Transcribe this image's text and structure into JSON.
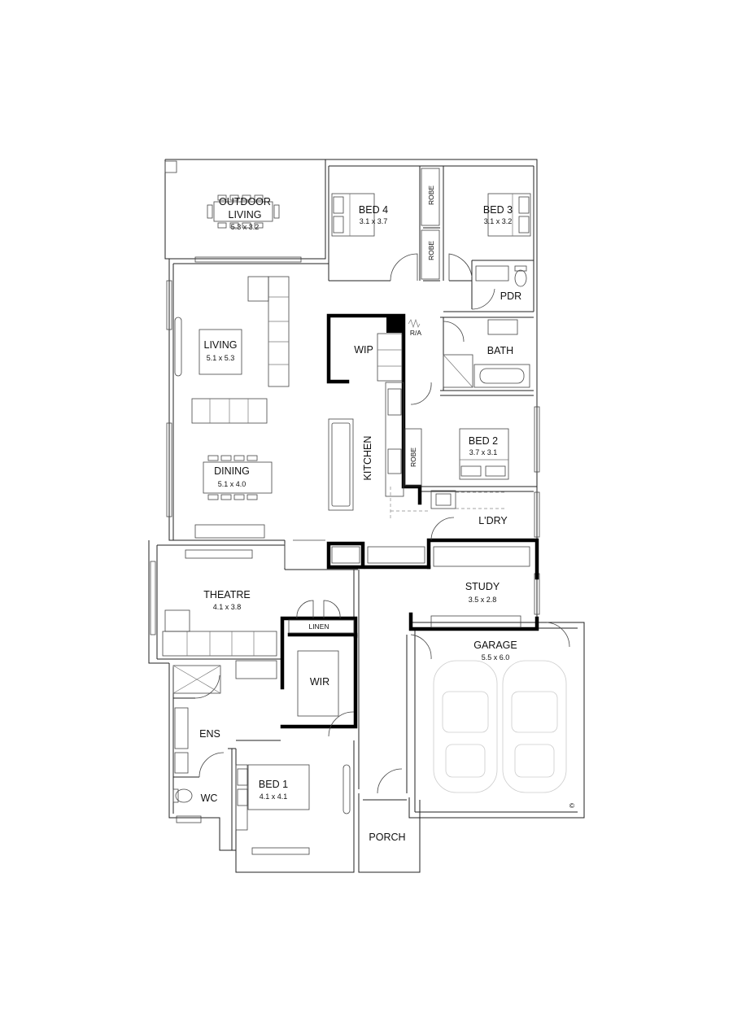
{
  "rooms": {
    "outdoor_living": {
      "name_line1": "OUTDOOR",
      "name_line2": "LIVING",
      "size": "5.3 x 3.2"
    },
    "bed4": {
      "name": "BED 4",
      "size": "3.1 x 3.7"
    },
    "bed3": {
      "name": "BED 3",
      "size": "3.1 x 3.2"
    },
    "robe_a": {
      "name": "ROBE"
    },
    "robe_b": {
      "name": "ROBE"
    },
    "robe_c": {
      "name": "ROBE"
    },
    "pdr": {
      "name": "PDR"
    },
    "ra": {
      "name": "R/A"
    },
    "wip": {
      "name": "WIP"
    },
    "bath": {
      "name": "BATH"
    },
    "living": {
      "name": "LIVING",
      "size": "5.1 x 5.3"
    },
    "kitchen": {
      "name": "KITCHEN"
    },
    "bed2": {
      "name": "BED 2",
      "size": "3.7 x 3.1"
    },
    "dining": {
      "name": "DINING",
      "size": "5.1 x 4.0"
    },
    "ldry": {
      "name": "L'DRY"
    },
    "theatre": {
      "name": "THEATRE",
      "size": "4.1 x 3.8"
    },
    "study": {
      "name": "STUDY",
      "size": "3.5 x 2.8"
    },
    "linen": {
      "name": "LINEN"
    },
    "garage": {
      "name": "GARAGE",
      "size": "5.5 x 6.0"
    },
    "wir": {
      "name": "WIR"
    },
    "ens": {
      "name": "ENS"
    },
    "wc": {
      "name": "WC"
    },
    "bed1": {
      "name": "BED 1",
      "size": "4.1 x 4.1"
    },
    "porch": {
      "name": "PORCH"
    }
  },
  "copyright_mark": "©"
}
